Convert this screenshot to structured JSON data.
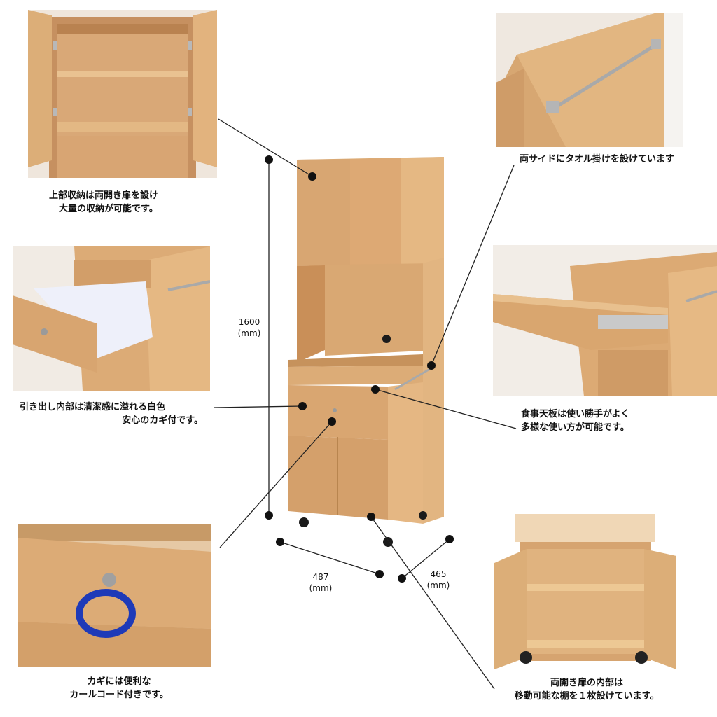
{
  "captions": {
    "upper_storage": [
      "上部収納は両開き扉を設け",
      "大量の収納が可能です。"
    ],
    "towel_bar": [
      "両サイドにタオル掛けを設けています"
    ],
    "drawer": [
      "引き出し内部は清潔感に溢れる白色",
      "安心のカギ付です。"
    ],
    "dining_board": [
      "食事天板は使い勝手がよく",
      "多様な使い方が可能です。"
    ],
    "key": [
      "カギには便利な",
      "カールコード付きです。"
    ],
    "inner_shelf": [
      "両開き扉の内部は",
      "移動可能な棚を１枚設けています。"
    ]
  },
  "dimensions": {
    "height": {
      "value": "1600",
      "unit": "(mm)"
    },
    "width": {
      "value": "487",
      "unit": "(mm)"
    },
    "depth": {
      "value": "465",
      "unit": "(mm)"
    }
  },
  "colors": {
    "wood": "#dcae78",
    "wood_dark": "#c8955e",
    "wood_light": "#eac89a",
    "line": "#222222"
  }
}
